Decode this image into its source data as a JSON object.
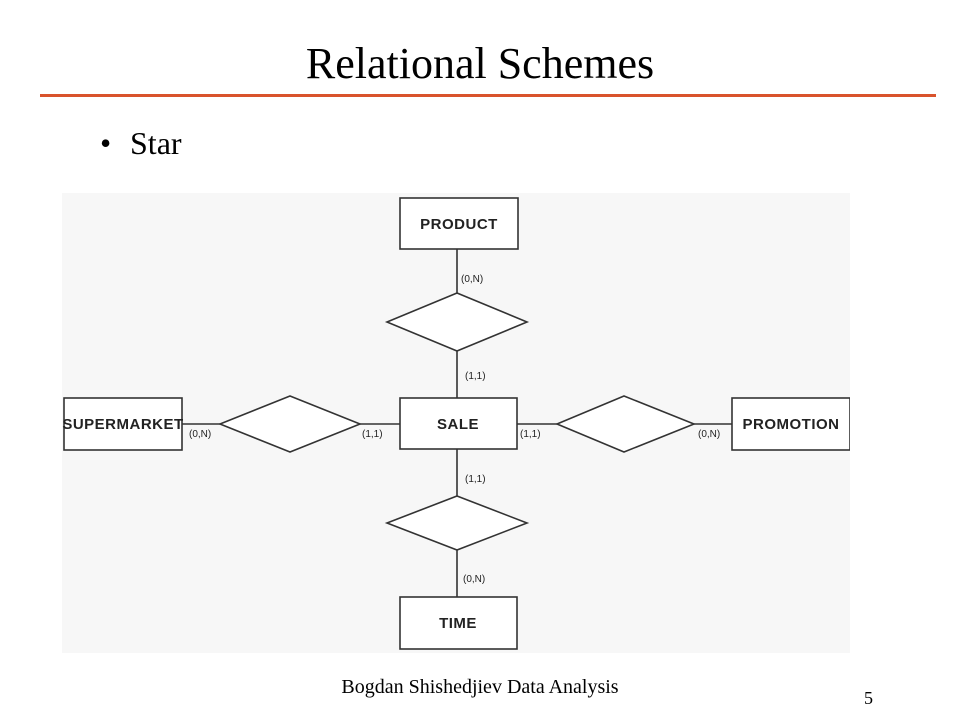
{
  "slide": {
    "title": "Relational Schemes",
    "bullet": "Star",
    "footer": "Bogdan Shishedjiev Data Analysis",
    "page_number": "5",
    "accent_color": "#d9532c"
  },
  "diagram": {
    "entities": {
      "product": "PRODUCT",
      "supermarket": "SUPERMARKET",
      "sale": "SALE",
      "promotion": "PROMOTION",
      "time": "TIME"
    },
    "cardinalities": {
      "product_side": "(0,N)",
      "sale_top": "(1,1)",
      "supermarket_side": "(0,N)",
      "sale_left": "(1,1)",
      "sale_right": "(1,1)",
      "promotion_side": "(0,N)",
      "sale_bottom": "(1,1)",
      "time_side": "(0,N)"
    }
  }
}
